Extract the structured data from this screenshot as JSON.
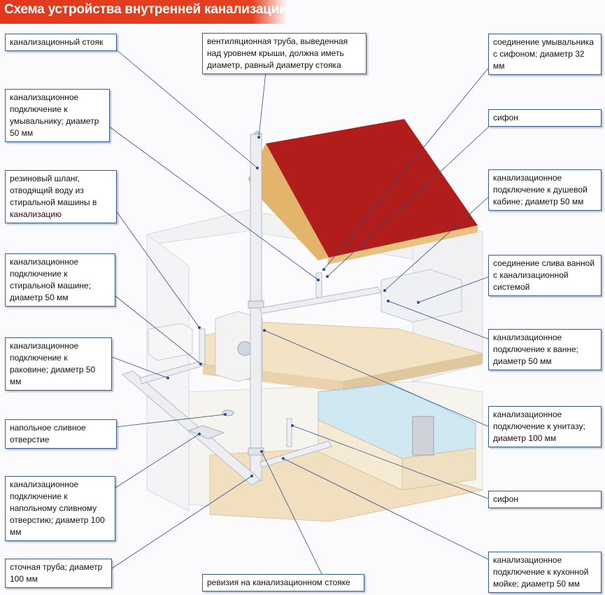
{
  "title": "Схема устройства внутренней канализации",
  "labels": {
    "stoyak": "канализационный стояк",
    "ventpipe": "вентиляционная труба, выведенная над уровнем крыши, должна иметь диаметр, равный диаметру стояка",
    "umyv_siphon": "соединение умывальника с сифоном; диаметр 32 мм",
    "umyv_conn": "канализационное подключение к умывальнику; диаметр 50 мм",
    "siphon_top": "сифон",
    "hose": "резиновый шланг, отводящий воду из стиральной машины в канализацию",
    "shower": "канализационное подключение к душевой кабине; диаметр 50 мм",
    "washer": "канализационное подключение к стиральной машине; диаметр 50 мм",
    "bath_drain": "соединение слива ванной с канализационной системой",
    "sink": "канализационное подключение к раковине; диаметр 50 мм",
    "bath": "канализационное подключение к ванне; диаметр 50 мм",
    "floor_drain": "напольное сливное отверстие",
    "toilet": "канализационное подключение к унитазу; диаметр 100 мм",
    "floor_drain_conn": "канализационное подключение к напольному сливному отверстию; диаметр 100 мм",
    "siphon_bottom": "сифон",
    "sewer": "сточная труба; диаметр 100 мм",
    "revision": "ревизия на канализационном стояке",
    "kitchen": "канализационное подключение к кухонной мойке; диаметр 50 мм"
  },
  "colors": {
    "accent": "#e4381c",
    "label_border": "#3c5d8c",
    "leader": "#2b4f8a",
    "roof": "#b01d1b",
    "glass": "#7ec8e8"
  }
}
